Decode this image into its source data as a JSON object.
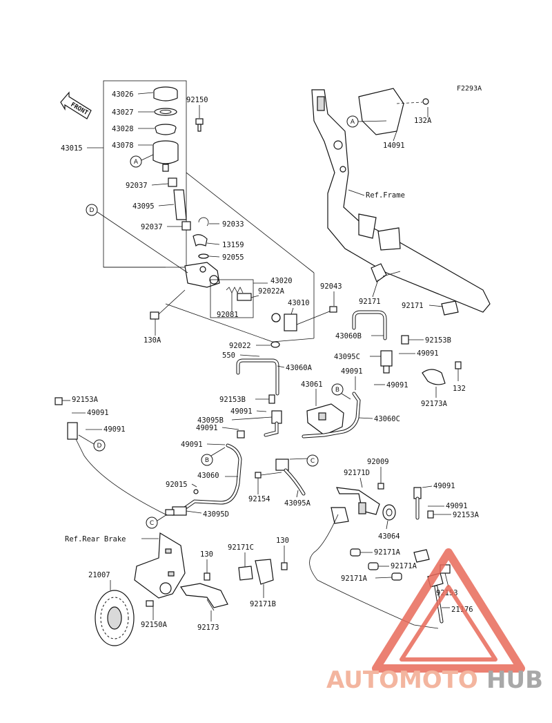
{
  "diagram_code": "F2293A",
  "front_arrow": "FRONT",
  "labels": {
    "p43026": "43026",
    "p43027": "43027",
    "p43028": "43028",
    "p43078": "43078",
    "p43015": "43015",
    "p92150": "92150",
    "p92037a": "92037",
    "p43095": "43095",
    "p92037b": "92037",
    "p92033": "92033",
    "p13159": "13159",
    "p92055": "92055",
    "p43020": "43020",
    "p92022A": "92022A",
    "p43010": "43010",
    "p92081": "92081",
    "p130A": "130A",
    "p92022": "92022",
    "p550": "550",
    "p92043": "92043",
    "p43060A": "43060A",
    "p43061": "43061",
    "p43060C": "43060C",
    "p92153B_a": "92153B",
    "p49091_a": "49091",
    "p43095B": "43095B",
    "p49091_b": "49091",
    "p49091_c": "49091",
    "p43060": "43060",
    "p92015": "92015",
    "p43095D": "43095D",
    "p92153A_a": "92153A",
    "p49091_d": "49091",
    "p49091_e": "49091",
    "p92154": "92154",
    "p43095A": "43095A",
    "p92009": "92009",
    "p92171D": "92171D",
    "p43064": "43064",
    "p49091_f": "49091",
    "p49091_g": "49091",
    "p92153A_b": "92153A",
    "p92171A_a": "92171A",
    "p92171A_b": "92171A",
    "p92171A_c": "92171A",
    "p92153": "92153",
    "p21176": "21176",
    "p132A": "132A",
    "p14091": "14091",
    "p_ref_frame": "Ref.Frame",
    "p92171_a": "92171",
    "p92171_b": "92171",
    "p43060B": "43060B",
    "p92153B_b": "92153B",
    "p43095C": "43095C",
    "p49091_h": "49091",
    "p49091_i": "49091",
    "p49091_j": "49091",
    "p132": "132",
    "p92173A": "92173A",
    "p_ref_rear_brake": "Ref.Rear Brake",
    "p21007": "21007",
    "p92150A": "92150A",
    "p130_a": "130",
    "p130_b": "130",
    "p92171C": "92171C",
    "p92171B": "92171B",
    "p92173": "92173"
  },
  "callouts": {
    "A": "A",
    "B": "B",
    "C": "C",
    "D": "D"
  },
  "watermark": {
    "part1": "AUTOMOTO",
    "part2": "HUB",
    "color1": "#f2a98f",
    "color2": "#9a9a9a",
    "triangle_color": "#e86a5a"
  }
}
